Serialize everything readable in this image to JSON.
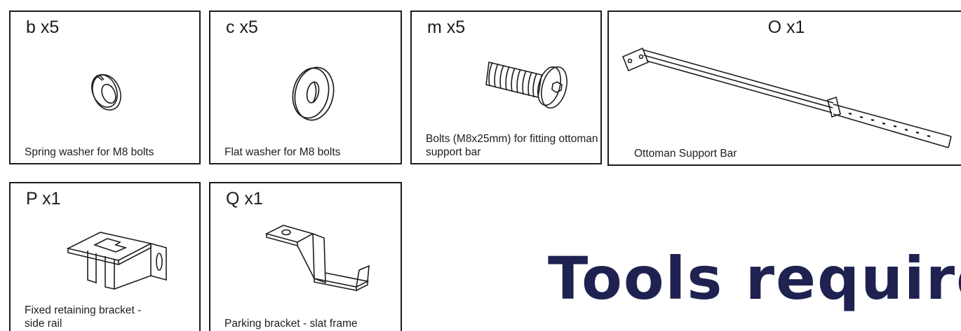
{
  "parts": [
    {
      "code": "b  x5",
      "description": "Spring washer for M8 bolts",
      "icon": "spring-washer-icon"
    },
    {
      "code": "c  x5",
      "description": "Flat washer for M8 bolts",
      "icon": "flat-washer-icon"
    },
    {
      "code": "m  x5",
      "description": "Bolts (M8x25mm) for fitting ottoman support bar",
      "icon": "bolt-icon"
    },
    {
      "code": "O x1",
      "description": "Ottoman Support Bar",
      "icon": "support-bar-icon"
    },
    {
      "code": "P  x1",
      "description": "Fixed retaining bracket - side rail",
      "icon": "retaining-bracket-icon"
    },
    {
      "code": "Q  x1",
      "description": "Parking bracket - slat frame",
      "icon": "parking-bracket-icon"
    }
  ],
  "heading": "Tools required",
  "colors": {
    "outline": "#1d1d1b",
    "heading": "#1f2250"
  }
}
